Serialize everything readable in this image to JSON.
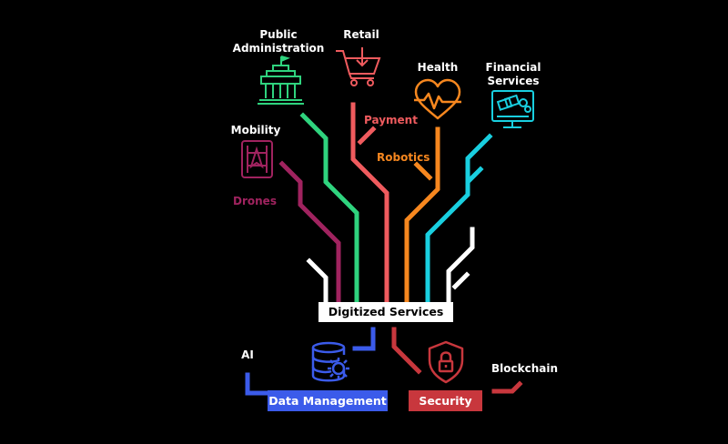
{
  "sectors": {
    "public_administration": "Public\nAdministration",
    "retail": "Retail",
    "health": "Health",
    "financial_services": "Financial\nServices",
    "mobility": "Mobility"
  },
  "branches": {
    "payment": "Payment",
    "robotics": "Robotics",
    "drones": "Drones"
  },
  "hub": {
    "label": "Digitized Services"
  },
  "foundation": {
    "ai": "AI",
    "data_management": "Data Management",
    "security": "Security",
    "blockchain": "Blockchain"
  },
  "colors": {
    "background": "#000000",
    "green": "#2fd37e",
    "coral": "#ef5b5e",
    "orange": "#f6871f",
    "cyan": "#19cfe0",
    "magenta": "#a0235f",
    "blue": "#3b5bea",
    "red": "#c8373d",
    "white": "#ffffff"
  }
}
